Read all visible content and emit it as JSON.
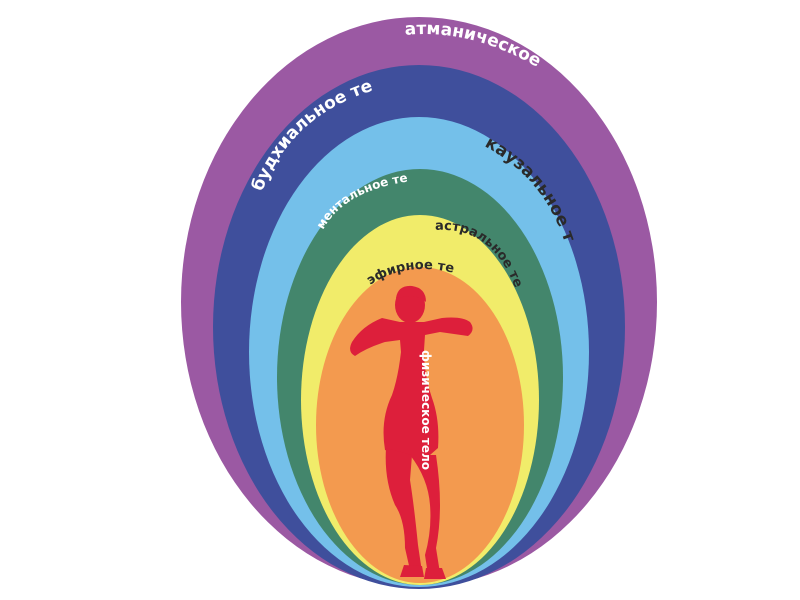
{
  "layers": [
    {
      "id": "atmanic",
      "label": "атманическое тело",
      "color": "#9b59a3",
      "text_color": "#ffffff"
    },
    {
      "id": "buddhic",
      "label": "будхиальное тело",
      "color": "#3f4f9c",
      "text_color": "#ffffff"
    },
    {
      "id": "causal",
      "label": "каузальное тело",
      "color": "#74c0ea",
      "text_color": "#2a2a2a"
    },
    {
      "id": "mental",
      "label": "ментальное тело",
      "color": "#43866c",
      "text_color": "#ffffff"
    },
    {
      "id": "astral",
      "label": "астральное тело",
      "color": "#f1ec6a",
      "text_color": "#2a2a2a"
    },
    {
      "id": "etheric",
      "label": "эфирное тело",
      "color": "#f39a4f",
      "text_color": "#2a2a2a"
    },
    {
      "id": "physical",
      "label": "физическое тело",
      "color": "#dd1f3b",
      "text_color": "#ffffff"
    }
  ]
}
